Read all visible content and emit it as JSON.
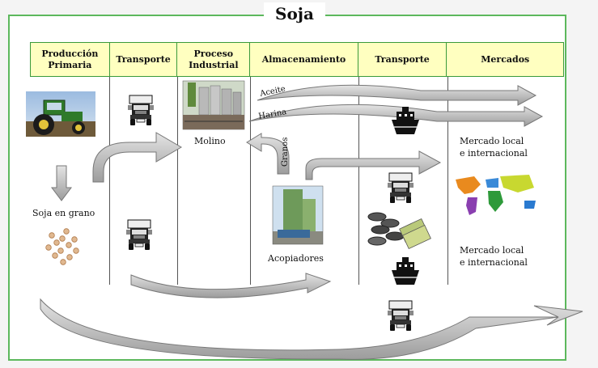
{
  "title": "Soja",
  "columns": [
    "Producción Primaria",
    "Transporte",
    "Proceso Industrial",
    "Almacenamiento",
    "Transporte",
    "Mercados"
  ],
  "labels": {
    "soja_en_grano": "Soja en grano",
    "molino": "Molino",
    "acopiadores": "Acopiadores",
    "aceite": "Aceite",
    "harina": "Harina",
    "granos": "Granos",
    "mercado_1_line1": "Mercado local",
    "mercado_1_line2": "e internacional",
    "mercado_2_line1": "Mercado local",
    "mercado_2_line2": "e internacional"
  },
  "icons": [
    "tractor-icon",
    "truck-icon",
    "factory-photo",
    "silo-photo",
    "ship-icon",
    "world-map-icon",
    "coins-icon",
    "banknotes-icon",
    "soybean-icon"
  ],
  "colors": {
    "frame": "#5cb85c",
    "header_bg": "#ffffc0",
    "arrow_fill": "#c8c8c8",
    "arrow_stroke": "#777777"
  }
}
